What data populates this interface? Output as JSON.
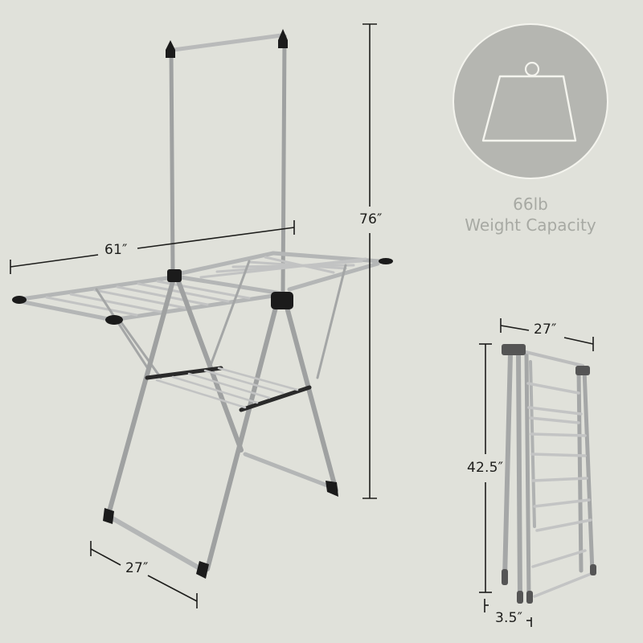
{
  "image": {
    "description": "Product dimension infographic for a foldable winged clothes drying rack with top hanging bar",
    "background_color": "#e0e1da"
  },
  "main_rack": {
    "height_label": "76″",
    "width_label": "61″",
    "depth_label": "27″"
  },
  "weight_badge": {
    "icon": "weight-icon",
    "value": "66lb",
    "caption": "Weight Capacity",
    "circle_color": "#b5b6b1",
    "stroke_color": "#f4f4ee",
    "text_color": "#a7a9a3"
  },
  "folded_rack": {
    "width_label": "27″",
    "height_label": "42.5″",
    "thickness_label": "3.5″"
  },
  "colors": {
    "tube": "#a9abab",
    "tube_highlight": "#d0d1d0",
    "joint": "#1b1b1b",
    "dimension_line": "#1d1d1b"
  }
}
